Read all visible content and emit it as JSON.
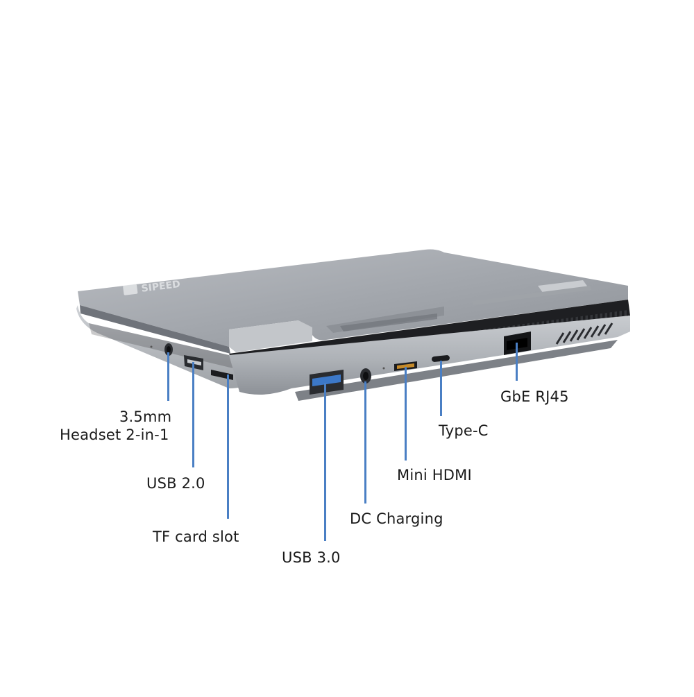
{
  "product": {
    "brand_logo_text": "SIPEED",
    "accent_color": "#4a7fc4",
    "body_color": "#a7abb0",
    "port_color": "#2a2c30"
  },
  "callouts": {
    "headset_line1": "3.5mm",
    "headset_line2": "Headset 2-in-1",
    "usb2": "USB 2.0",
    "tf_card": "TF card slot",
    "usb3": "USB 3.0",
    "dc_charging": "DC Charging",
    "mini_hdmi": "Mini HDMI",
    "type_c": "Type-C",
    "rj45": "GbE RJ45"
  }
}
